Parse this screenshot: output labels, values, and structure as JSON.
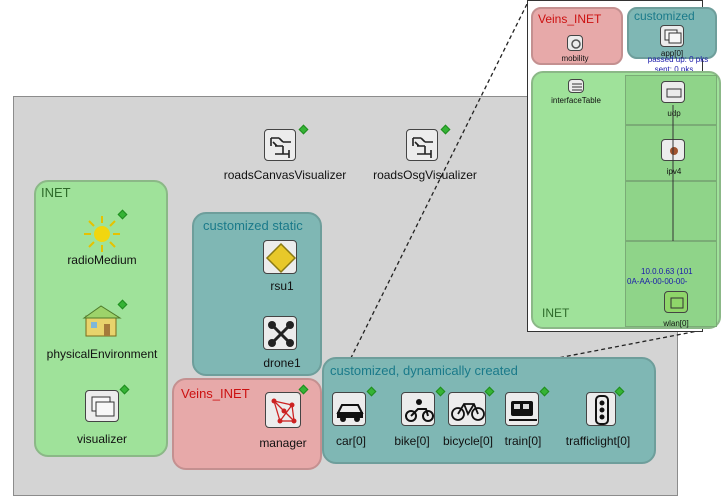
{
  "groups": {
    "inet": "INET",
    "customized_static": "customized static",
    "veins_inet": "Veins_INET",
    "customized_dynamic": "customized, dynamically created"
  },
  "nodes": {
    "roads_canvas": "roadsCanvasVisualizer",
    "roads_osg": "roadsOsgVisualizer",
    "radio_medium": "radioMedium",
    "physical_env": "physicalEnvironment",
    "visualizer": "visualizer",
    "rsu1": "rsu1",
    "drone1": "drone1",
    "manager": "manager",
    "car": "car[0]",
    "bike": "bike[0]",
    "bicycle": "bicycle[0]",
    "train": "train[0]",
    "trafficlight": "trafficlight[0]"
  },
  "inset": {
    "veins_inet": "Veins_INET",
    "mobility": "mobility",
    "customized": "customized",
    "app": "app[0]",
    "passed": "passed up: 0 pks",
    "sent": "sent: 0 pks",
    "interface_table": "interfaceTable",
    "udp": "udp",
    "ipv4": "ipv4",
    "ip_addr": "10.0.0.63 (101",
    "mac_addr": "0A-AA-00-00-00-",
    "wlan": "wlan[0]",
    "inet": "INET"
  },
  "colors": {
    "inet_green": "#9fe29a",
    "customized_teal": "#7fb7b4",
    "veins_pink": "#e7a9a9",
    "canvas_gray": "#d4d4d4",
    "veins_red": "#cc1111",
    "customized_blue": "#1a7a8a"
  }
}
